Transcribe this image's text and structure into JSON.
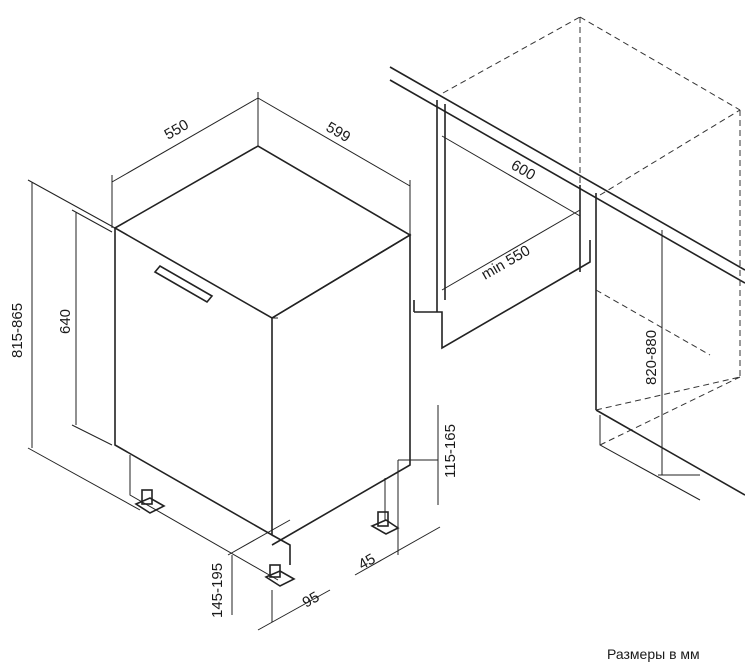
{
  "dimensions": {
    "depth": "550",
    "width": "599",
    "total_height": "815-865",
    "door_height": "640",
    "niche_width": "600",
    "niche_depth": "min 550",
    "niche_height": "820-880",
    "plinth_height": "115-165",
    "plinth_offset": "45",
    "leg_height": "145-195",
    "leg_offset": "95"
  },
  "caption": "Размеры в мм"
}
